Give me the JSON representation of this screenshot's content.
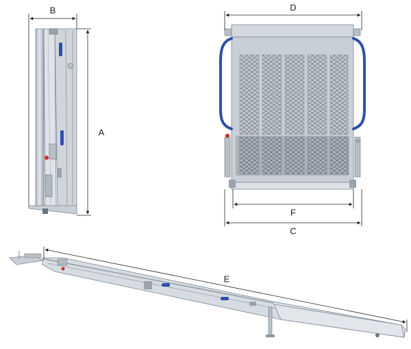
{
  "diagram": {
    "dimension_labels": {
      "a": "A",
      "b": "B",
      "c": "C",
      "d": "D",
      "e": "E",
      "f": "F"
    },
    "colors": {
      "metal": "#c9cfd6",
      "metal_dark": "#8e98a3",
      "metal_light": "#e4e8ec",
      "grip_blue": "#2f4fa8",
      "handle_red": "#d42a1e",
      "dimension_line": "#222222"
    }
  }
}
